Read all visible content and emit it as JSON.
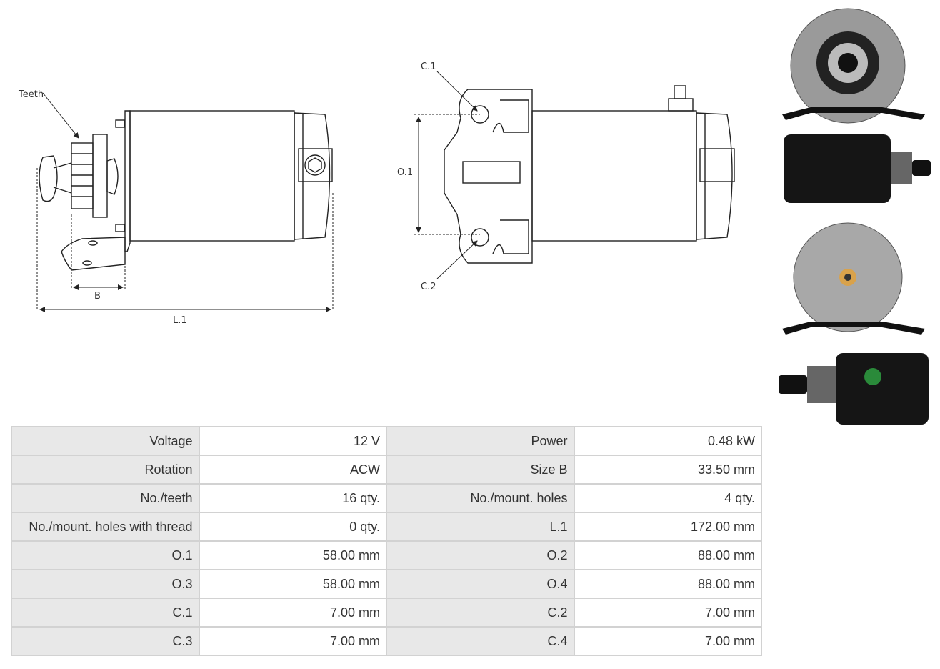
{
  "drawing": {
    "labels": {
      "teeth": "Teeth",
      "b": "B",
      "l1": "L.1",
      "c1": "C.1",
      "c2": "C.2",
      "o1": "O.1"
    }
  },
  "specs": [
    {
      "k1": "Voltage",
      "v1": "12 V",
      "k2": "Power",
      "v2": "0.48 kW"
    },
    {
      "k1": "Rotation",
      "v1": "ACW",
      "k2": "Size B",
      "v2": "33.50 mm"
    },
    {
      "k1": "No./teeth",
      "v1": "16 qty.",
      "k2": "No./mount. holes",
      "v2": "4 qty."
    },
    {
      "k1": "No./mount. holes with thread",
      "v1": "0 qty.",
      "k2": "L.1",
      "v2": "172.00 mm"
    },
    {
      "k1": "O.1",
      "v1": "58.00 mm",
      "k2": "O.2",
      "v2": "88.00 mm"
    },
    {
      "k1": "O.3",
      "v1": "58.00 mm",
      "k2": "O.4",
      "v2": "88.00 mm"
    },
    {
      "k1": "C.1",
      "v1": "7.00 mm",
      "k2": "C.2",
      "v2": "7.00 mm"
    },
    {
      "k1": "C.3",
      "v1": "7.00 mm",
      "k2": "C.4",
      "v2": "7.00 mm"
    }
  ]
}
